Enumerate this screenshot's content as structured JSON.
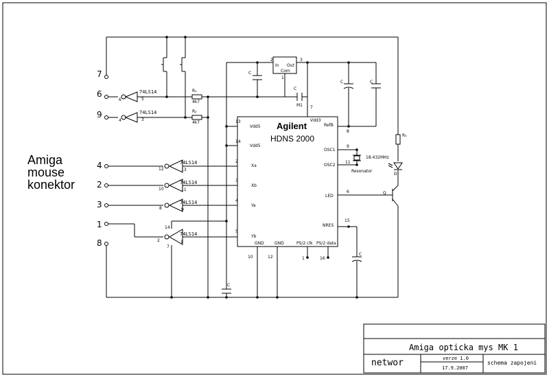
{
  "connector": {
    "title_lines": [
      "Amiga",
      "mouse",
      "konektor"
    ],
    "pins": [
      "7",
      "6",
      "9",
      "4",
      "2",
      "3",
      "1",
      "8"
    ]
  },
  "chip": {
    "name": "Agilent",
    "model": "HDNS 2000",
    "pins_left": [
      {
        "num": "13",
        "label": "Vdd5"
      },
      {
        "num": "14",
        "label": "Vdd5"
      },
      {
        "num": "2",
        "label": "Xa"
      },
      {
        "num": "3",
        "label": "Xb"
      },
      {
        "num": "4",
        "label": "Ya"
      },
      {
        "num": "5",
        "label": "Yb"
      }
    ],
    "pins_right": [
      {
        "num": "8",
        "label": "RefB"
      },
      {
        "num": "9",
        "label": "OSC1"
      },
      {
        "num": "11",
        "label": "OSC2"
      },
      {
        "num": "6",
        "label": "LED"
      },
      {
        "num": "15",
        "label": "NRES"
      }
    ],
    "pins_bottom": [
      {
        "num": "10",
        "label": "GND"
      },
      {
        "num": "12",
        "label": "GND"
      },
      {
        "num": "1",
        "label": "PS/2 clk"
      },
      {
        "num": "16",
        "label": "PS/2 data"
      }
    ],
    "pin_top": {
      "num": "7",
      "label": "Vdd3"
    }
  },
  "gates": [
    {
      "label": "74LS14",
      "in": "6",
      "out": "5"
    },
    {
      "label": "74LS14",
      "in": "4",
      "out": "3"
    },
    {
      "label": "74LS14",
      "in": "12",
      "out": "13"
    },
    {
      "label": "74LS14",
      "in": "10",
      "out": "11"
    },
    {
      "label": "74LS14",
      "in": "8",
      "out": "9"
    },
    {
      "label": "74LS14",
      "in": "2",
      "out": "1"
    }
  ],
  "gate_power": {
    "vcc": "14",
    "gnd": "7"
  },
  "resistors": [
    {
      "name": "R₁",
      "value": "4k7"
    },
    {
      "name": "R₂",
      "value": "4k7"
    },
    {
      "name": "R₃",
      "value": ""
    }
  ],
  "regulator": {
    "in_label": "In",
    "out_label": "Out",
    "com_label": "Com",
    "pin_in": "2",
    "pin_out": "3",
    "pin_com": "1"
  },
  "capacitors": {
    "c": "C",
    "m1": "M1"
  },
  "resonator": {
    "freq": "18.432MHz",
    "label": "Resonator"
  },
  "transistor": {
    "label": "Q"
  },
  "diode": {
    "label": "D"
  },
  "title_block": {
    "title": "Amiga opticka mys MK 1",
    "author": "networ",
    "version": "verze 1.0",
    "date": "17.9.2007",
    "doc_type": "schema zapojeni"
  }
}
